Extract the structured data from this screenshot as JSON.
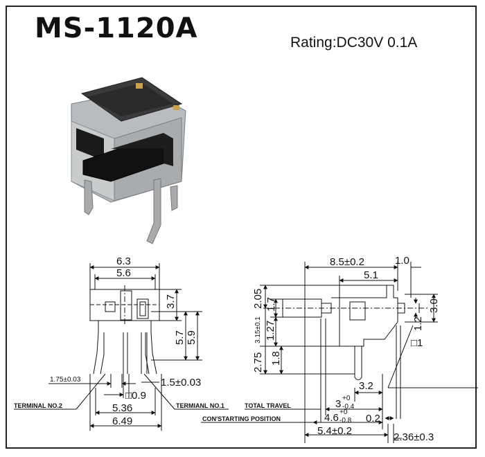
{
  "model": "MS-1120A",
  "rating": "Rating:DC30V 0.1A",
  "front_view": {
    "width_outer": "6.3",
    "width_inner": "5.6",
    "height_a": "3.7",
    "height_b": "5.7",
    "height_c": "5.9",
    "pin_pitch_small": "1.75±0.03",
    "pin_width": "1.5±0.03",
    "pin_square": "□0.9",
    "span_inner": "5.36",
    "span_outer": "6.49",
    "terminal_2": "TERMINAL NO.2",
    "terminal_1": "TERMIANL NO.1"
  },
  "side_view": {
    "length": "8.5±0.2",
    "tip": "1.0",
    "body": "5.1",
    "height_top": "2.05",
    "actuator_h": "1.7",
    "offset": "3.15±0.1",
    "step": "1.27",
    "lower": "2.75",
    "pin_len": "1.8",
    "right_h": "3.0",
    "right_pin": "1.2",
    "right_sq": "□1",
    "pin_x": "3.2",
    "travel_label": "TOTAL TRAVEL",
    "travel_base": "3",
    "travel_up": "+0",
    "travel_down": "-0.4",
    "start_label": "CON'STARTING POSITION",
    "start_base": "4.6",
    "start_up": "+0",
    "start_down": "-0.8",
    "gap": "0.2",
    "overall": "5.4±0.2",
    "pin_offset": "2.36±0.3"
  }
}
